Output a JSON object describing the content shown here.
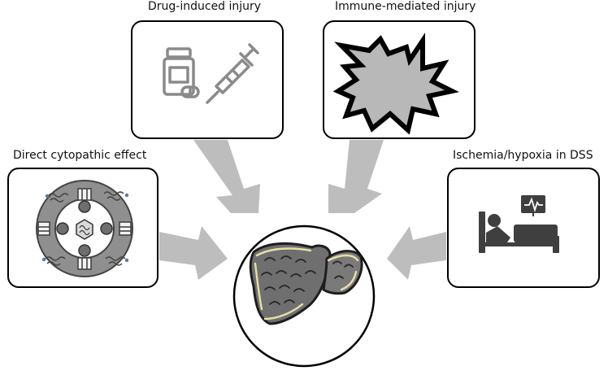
{
  "labels": {
    "drug": "Drug-induced injury",
    "immune": "Immune-mediated injury",
    "cytopathic": "Direct cytopathic effect",
    "ischemia": "Ischemia/hypoxia in DSS"
  },
  "icons": {
    "drug": [
      "pill-bottle-icon",
      "capsule-icon",
      "syringe-icon"
    ],
    "immune": "explosion-icon",
    "cytopathic": "infected-cell-icon",
    "ischemia": [
      "hospital-bed-icon",
      "heart-monitor-icon"
    ],
    "center": "liver-icon"
  },
  "colors": {
    "arrow": "#bdbdbd",
    "icon_gray": "#8a8a8a",
    "liver_fill": "#6f6f6f",
    "liver_outline": "#e6e0a8",
    "bed": "#3f3f3f"
  }
}
